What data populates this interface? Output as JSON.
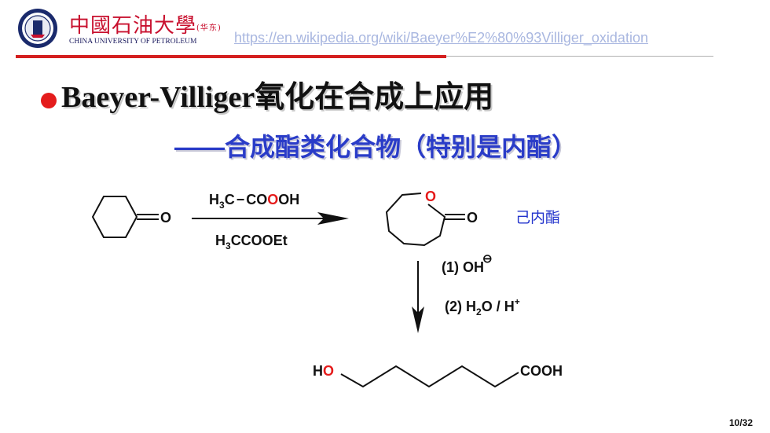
{
  "header": {
    "logo_cn": "中國石油大學",
    "logo_cn_sub": "(华东)",
    "logo_en": "CHINA UNIVERSITY OF PETROLEUM",
    "source_link": "https://en.wikipedia.org/wiki/Baeyer%E2%80%93Villiger_oxidation"
  },
  "title": "Baeyer-Villiger氧化在合成上应用",
  "subtitle": "——合成酯类化合物（特别是内酯）",
  "scheme": {
    "reagent_top_prefix": "H",
    "reagent_top_sub": "3",
    "reagent_top_mid": "C",
    "reagent_top_dash": "−",
    "reagent_top_co": "CO",
    "reagent_top_o": "O",
    "reagent_top_oh": "OH",
    "reagent_bottom_prefix": "H",
    "reagent_bottom_sub": "3",
    "reagent_bottom_rest": "CCOOEt",
    "ketone_o": "O",
    "lactone_ring_o": "O",
    "lactone_carbonyl_o": "O",
    "lactone_name": "己内酯",
    "step1_text": "(1) OH",
    "step1_charge": "⊖",
    "step2_prefix": "(2) H",
    "step2_sub": "2",
    "step2_mid": "O / H",
    "step2_sup": "+",
    "product_h": "H",
    "product_o": "O",
    "product_acid": "COOH"
  },
  "page_number": "10/32",
  "colors": {
    "accent_red": "#d41f1f",
    "title_blue": "#2a3cc8",
    "link": "#a9b7e0"
  }
}
